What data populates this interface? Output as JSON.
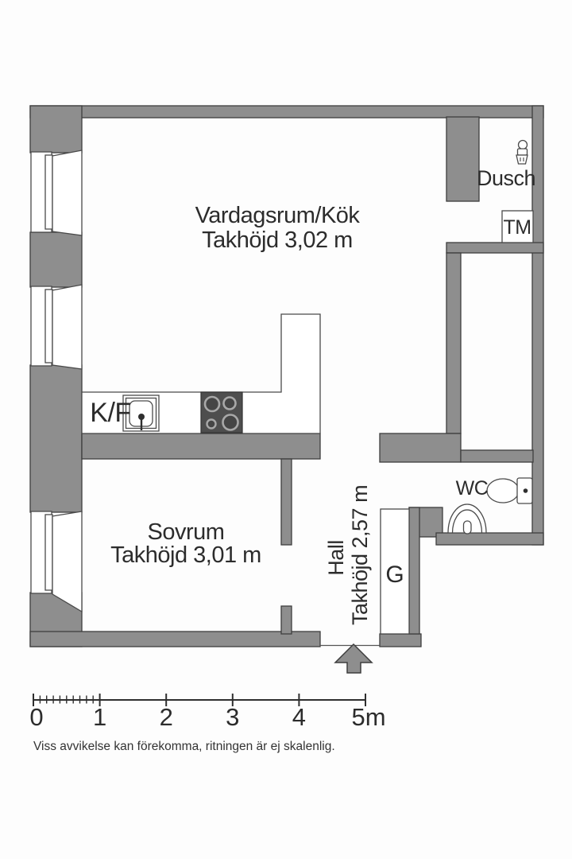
{
  "colors": {
    "wall": "#8e8e8e",
    "outline": "#3e3e3e",
    "background": "#fdfdfd",
    "text": "#2c2c2c",
    "stove": "#4e4e4e"
  },
  "rooms": {
    "living": {
      "name": "Vardagsrum/Kök",
      "ceiling": "Takhöjd 3,02 m"
    },
    "bedroom": {
      "name": "Sovrum",
      "ceiling": "Takhöjd 3,01 m"
    },
    "hall": {
      "name": "Hall",
      "ceiling": "Takhöjd 2,57 m"
    },
    "shower": {
      "name": "Dusch"
    },
    "wc": {
      "name": "WC"
    }
  },
  "fixtures": {
    "washing_machine": "TM",
    "fridge_freezer": "K/F",
    "wardrobe": "G"
  },
  "scale_bar": {
    "labels": [
      "0",
      "1",
      "2",
      "3",
      "4",
      "5m"
    ]
  },
  "disclaimer": "Viss avvikelse kan förekomma, ritningen är ej skalenlig."
}
